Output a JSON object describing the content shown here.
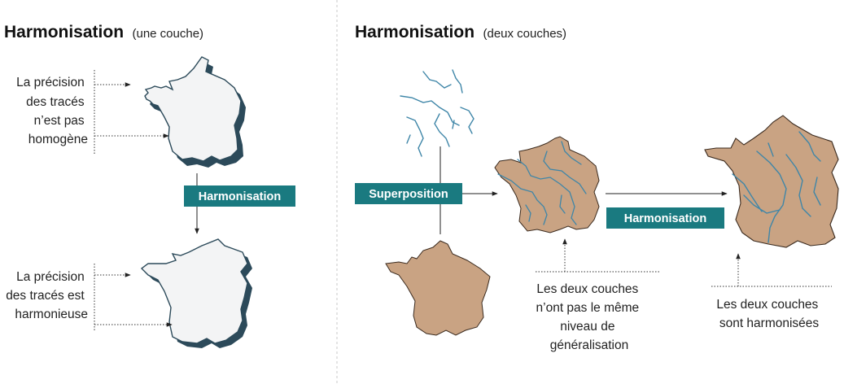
{
  "left_panel": {
    "title": "Harmonisation",
    "subtitle": "(une couche)",
    "note_top": [
      "La précision",
      "des tracés",
      "n’est pas",
      "homogène"
    ],
    "tag": "Harmonisation",
    "note_bottom": [
      "La précision",
      "des tracés est",
      "harmonieuse"
    ]
  },
  "right_panel": {
    "title": "Harmonisation",
    "subtitle": "(deux couches)",
    "tag_superposition": "Superposition",
    "tag_harmonisation": "Harmonisation",
    "note_middle": [
      "Les deux couches",
      "n’ont pas le même",
      "niveau de",
      "généralisation"
    ],
    "note_right": [
      "Les deux couches",
      "sont harmonisées"
    ]
  },
  "colors": {
    "teal": "#1a7a80",
    "river": "#3f86a8",
    "land": "#c9a383",
    "map_fill": "#f3f4f5",
    "map_outline": "#2c4a5a",
    "divider": "#c8c8c8"
  }
}
